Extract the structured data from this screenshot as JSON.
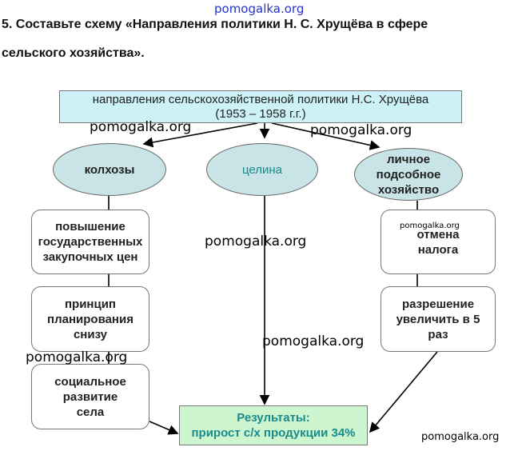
{
  "watermark_top": "pomogalka.org",
  "title_line1": "5. Составьте схему «Направления политики Н. С. Хрущёва в сфере",
  "title_line2": "сельского хозяйства».",
  "diagram": {
    "header_line1": "направления сельскохозяйственной политики Н.С. Хрущёва",
    "header_line2": "(1953 – 1958 г.г.)",
    "nodes": {
      "kolkhozy": "колхозы",
      "celina": "целина",
      "lichnoe": "личное подсобное хозяйство"
    },
    "left_boxes": [
      "повышение государственных закупочных цен",
      "принцип планирования снизу",
      "социальное развитие села"
    ],
    "right_boxes": [
      "отмена налога",
      "разрешение увеличить в 5 раз"
    ],
    "result_line1": "Результаты:",
    "result_line2": "прирост с/х продукции 34%"
  },
  "watermarks": [
    "pomogalka.org",
    "pomogalka.org",
    "pomogalka.org",
    "pomogalka.org",
    "pomogalka.org",
    "pomogalka.org",
    "pomogalka.org"
  ],
  "colors": {
    "header_fill": "#ccf2f8",
    "ellipse_fill": "#c8e4e6",
    "result_fill": "#ccf5d0",
    "teal_text": "#1a8a8a"
  }
}
